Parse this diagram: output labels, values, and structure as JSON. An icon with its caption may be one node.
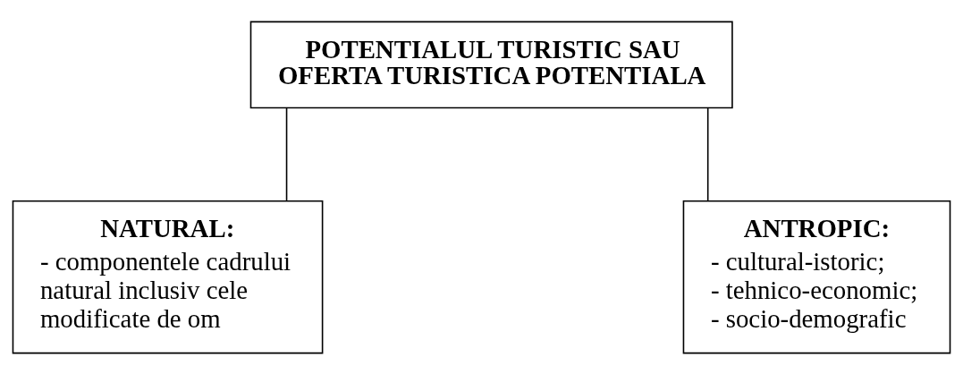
{
  "diagram": {
    "nodes": [
      {
        "text": [
          "POTENTIALUL TURISTIC SAU OFERTA TURISTICA POTENTIALA"
        ]
      },
      {
        "text": [
          "NATURAL:",
          "- componentele cadrului natural inclusiv cele modificate de om"
        ]
      },
      {
        "text": [
          "ANTROPIC:",
          "- cultural-istoric;",
          "- tehnico-economic;",
          "- socio-demografic"
        ]
      }
    ],
    "edges": [
      {
        "from": 0,
        "to": 1,
        "arrow": "none"
      },
      {
        "from": 0,
        "to": 2,
        "arrow": "none"
      }
    ]
  }
}
